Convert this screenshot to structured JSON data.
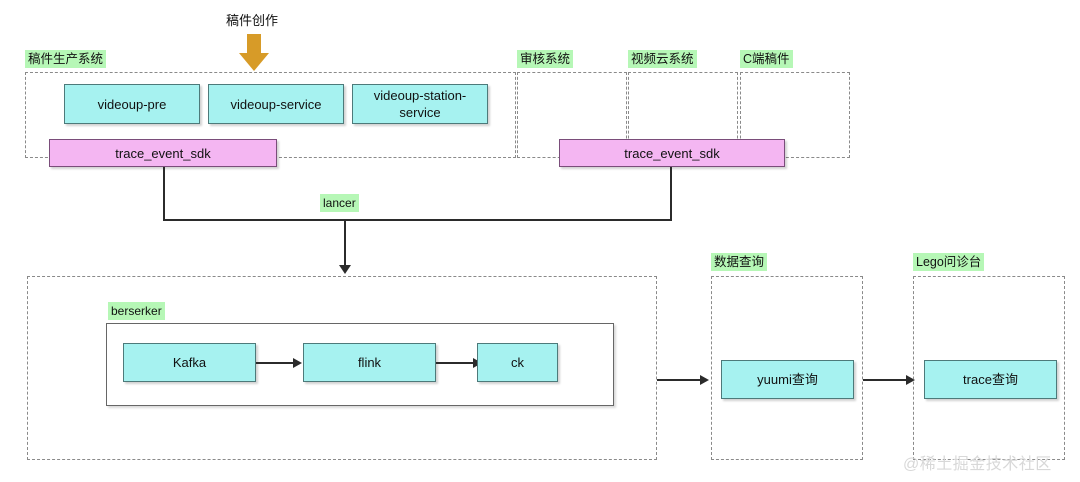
{
  "diagram": {
    "title_text": "稿件创作",
    "watermark": "@稀土掘金技术社区",
    "colors": {
      "node_cyan": "#a6f2f0",
      "node_pink": "#f4b6f2",
      "label_chip_green": "#b6f7b6",
      "input_arrow": "#d79b28",
      "connector": "#2b2b2b",
      "group_border": "#8a8a8a"
    }
  },
  "groups": {
    "production_system": {
      "label": "稿件生产系统",
      "services": [
        {
          "label": "videoup-pre"
        },
        {
          "label": "videoup-service"
        },
        {
          "label": "videoup-station-service"
        }
      ],
      "sdk": {
        "label": "trace_event_sdk"
      }
    },
    "review_system": {
      "label": "审核系统"
    },
    "video_cloud_system": {
      "label": "视频云系统"
    },
    "c_side_manuscript": {
      "label": "C端稿件"
    },
    "right_sdk": {
      "label": "trace_event_sdk"
    },
    "transport": {
      "label": "lancer"
    },
    "pipeline_group": {
      "inner_label": "berserker",
      "stages": [
        {
          "label": "Kafka"
        },
        {
          "label": "flink"
        },
        {
          "label": "ck"
        }
      ]
    },
    "data_query": {
      "label": "数据查询",
      "node": {
        "label": "yuumi查询"
      }
    },
    "lego_console": {
      "label": "Lego问诊台",
      "node": {
        "label": "trace查询"
      }
    }
  }
}
